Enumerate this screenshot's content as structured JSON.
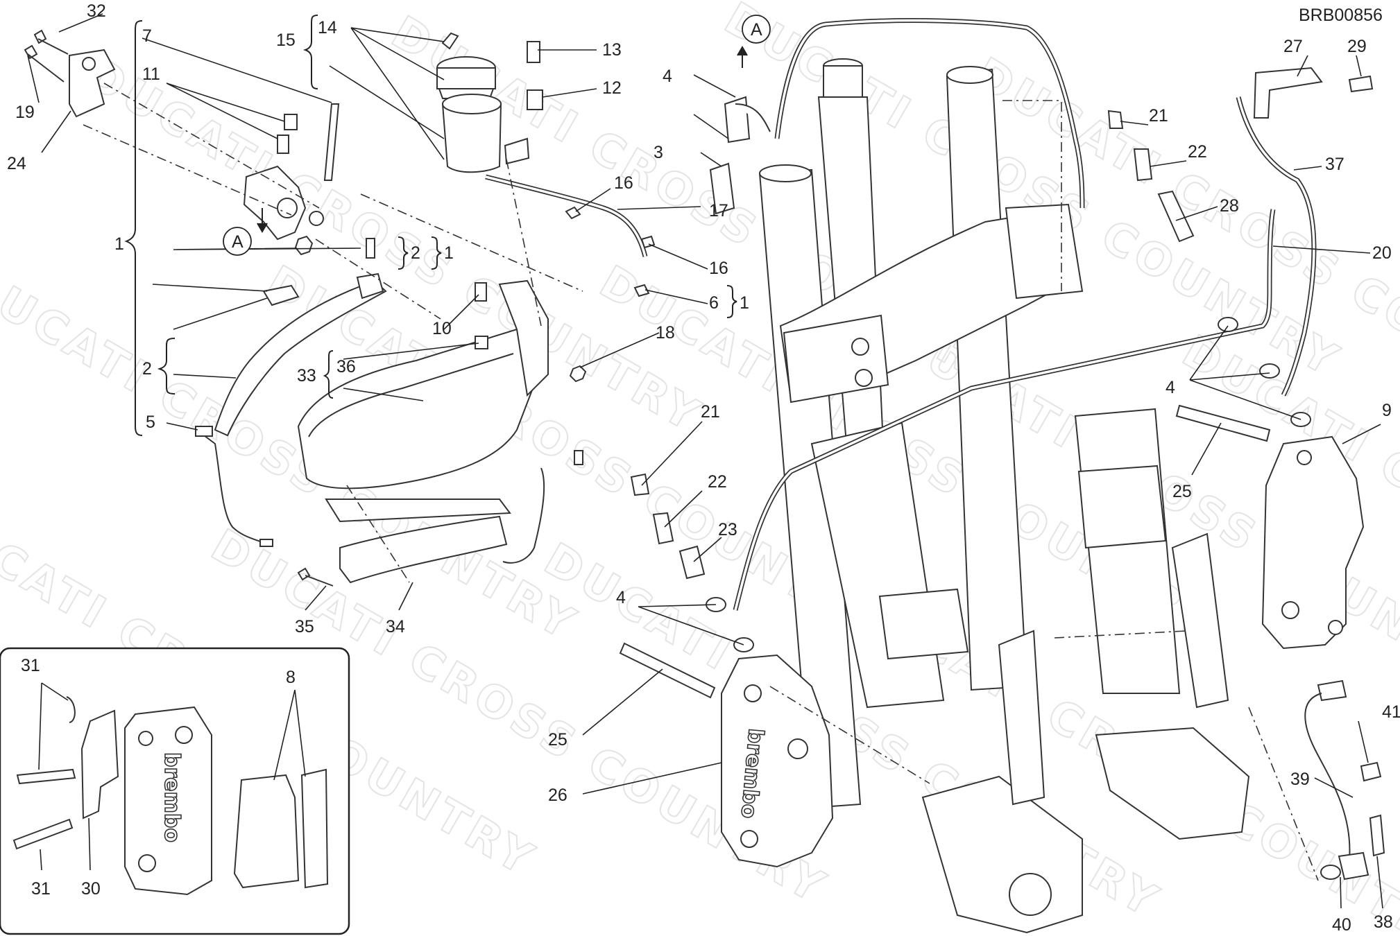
{
  "diagram": {
    "code": "BRB00856",
    "watermark": "DUCATI CROSS COUNTRY",
    "view_marker": "A",
    "brand_mark": "brembo",
    "callouts": [
      "1",
      "2",
      "3",
      "4",
      "5",
      "6",
      "7",
      "8",
      "9",
      "10",
      "11",
      "12",
      "13",
      "14",
      "15",
      "16",
      "17",
      "18",
      "19",
      "20",
      "21",
      "22",
      "23",
      "24",
      "25",
      "26",
      "27",
      "28",
      "29",
      "30",
      "31",
      "32",
      "33",
      "34",
      "35",
      "36",
      "37",
      "38",
      "39",
      "40",
      "41"
    ]
  }
}
